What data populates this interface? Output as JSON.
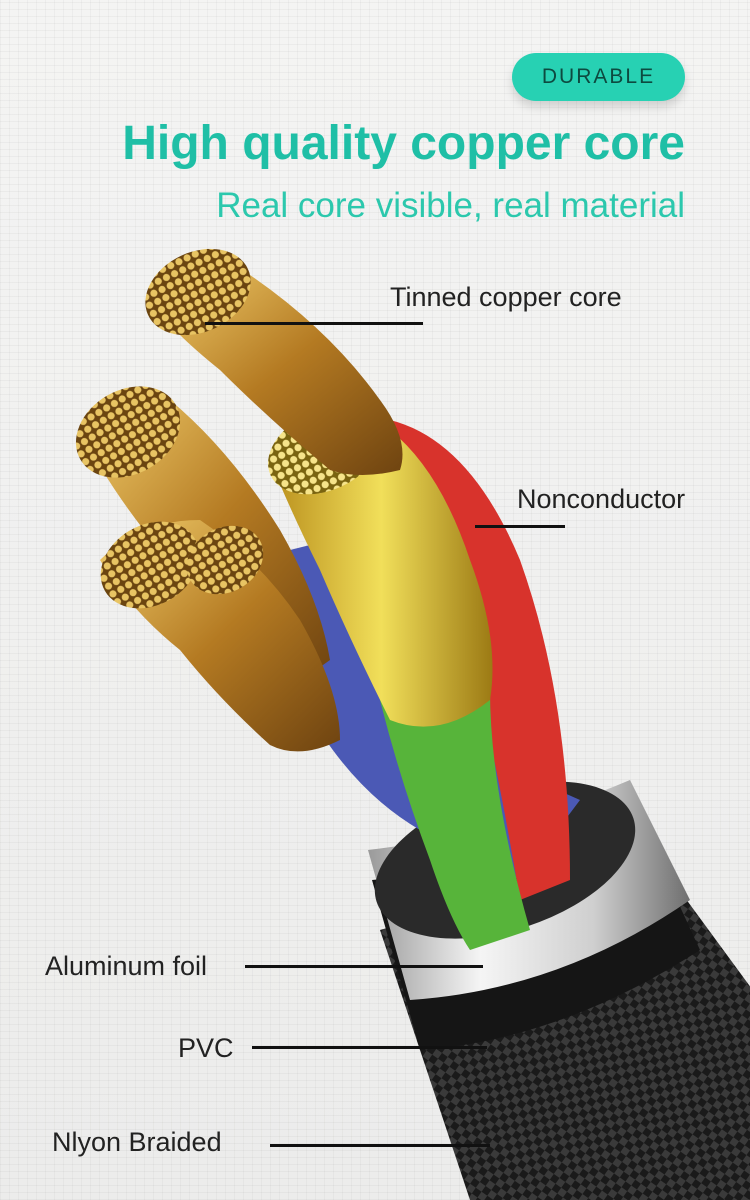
{
  "badge": "DURABLE",
  "title": "High quality copper core",
  "subtitle": "Real core visible, real material",
  "labels": {
    "tinned_copper_core": "Tinned copper core",
    "nonconductor": "Nonconductor",
    "aluminum_foil": "Aluminum foil",
    "pvc": "PVC",
    "nylon_braided": "Nlyon Braided"
  },
  "colors": {
    "accent": "#27d1b3",
    "title": "#1fbfa6",
    "wire_red": "#d8332c",
    "wire_green": "#57b43a",
    "wire_blue": "#4b59b5",
    "copper": "#c8902c"
  }
}
